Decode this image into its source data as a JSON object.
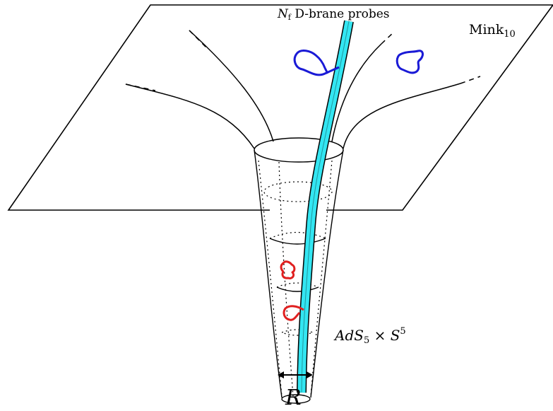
{
  "labels": {
    "probes": {
      "symbol": "N",
      "sub": "f",
      "text": " D-brane probes"
    },
    "mink": {
      "text": "Mink",
      "sub": "10"
    },
    "ads": {
      "a": "AdS",
      "a_sub": "5",
      "times": " × ",
      "s": "S",
      "s_sup": "5"
    },
    "radius": "R"
  },
  "colors": {
    "line": "#000000",
    "brane_fill": "#33e6f2",
    "blue_loop": "#1a1ad6",
    "red_loop": "#e02020"
  }
}
